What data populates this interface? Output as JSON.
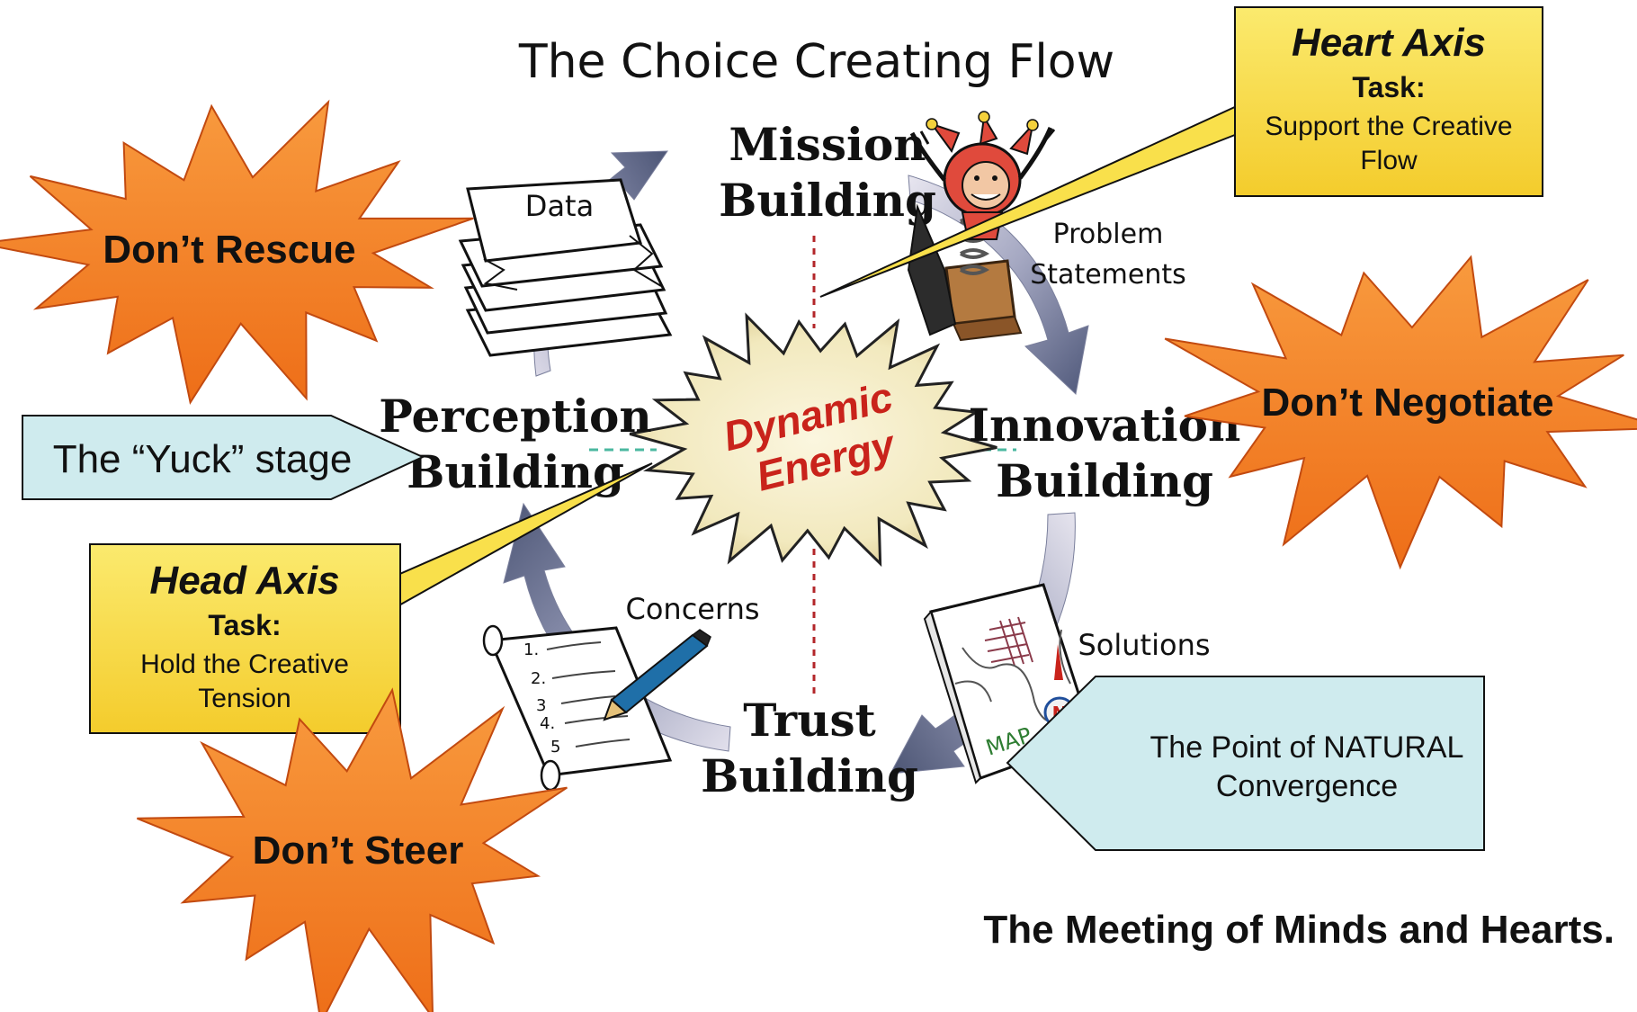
{
  "title": "The Choice Creating Flow",
  "center": {
    "line1": "Dynamic",
    "line2": "Energy"
  },
  "stages": {
    "mission": {
      "line1": "Mission",
      "line2": "Building"
    },
    "innovation": {
      "line1": "Innovation",
      "line2": "Building"
    },
    "trust": {
      "line1": "Trust",
      "line2": "Building"
    },
    "perception": {
      "line1": "Perception",
      "line2": "Building"
    }
  },
  "flow_labels": {
    "data": "Data",
    "problem_line1": "Problem",
    "problem_line2": "Statements",
    "solutions": "Solutions",
    "concerns": "Concerns"
  },
  "illustrations": {
    "list_numbers": [
      "1.",
      "2.",
      "3",
      "4.",
      "5"
    ],
    "map_label": "MAP",
    "compass_label": "N"
  },
  "starbursts": {
    "rescue": "Don’t Rescue",
    "negotiate": "Don’t Negotiate",
    "steer": "Don’t Steer"
  },
  "callouts": {
    "heart": {
      "title": "Heart Axis",
      "task_label": "Task:",
      "line1": "Support the Creative",
      "line2": "Flow"
    },
    "head": {
      "title": "Head Axis",
      "task_label": "Task:",
      "line1": "Hold the Creative",
      "line2": "Tension"
    }
  },
  "pointers": {
    "yuck": "The “Yuck” stage",
    "convergence_line1": "The Point of NATURAL",
    "convergence_line2": "Convergence"
  },
  "footer": "The Meeting of Minds and Hearts.",
  "colors": {
    "starburst_fill": "#F5862B",
    "starburst_stroke": "#C24A10",
    "callout_fill": "#F9E04B",
    "pointer_fill": "#CFEBEE",
    "arrow_blue": "#56607E",
    "arrow_grey": "#B9B6C9",
    "center_text": "#C9231B",
    "center_fill": "#F4EDC8"
  }
}
